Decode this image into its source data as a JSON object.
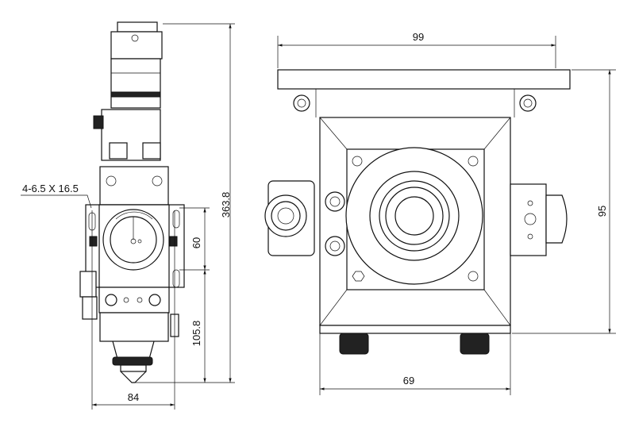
{
  "drawing": {
    "side_view": {
      "total_height_label": "363.8",
      "slot_label": "4-6.5 X 16.5",
      "slot_spacing_label": "60",
      "lower_height_label": "105.8",
      "width_label": "84"
    },
    "front_view": {
      "top_width_label": "99",
      "height_label": "95",
      "bottom_width_label": "69"
    }
  }
}
